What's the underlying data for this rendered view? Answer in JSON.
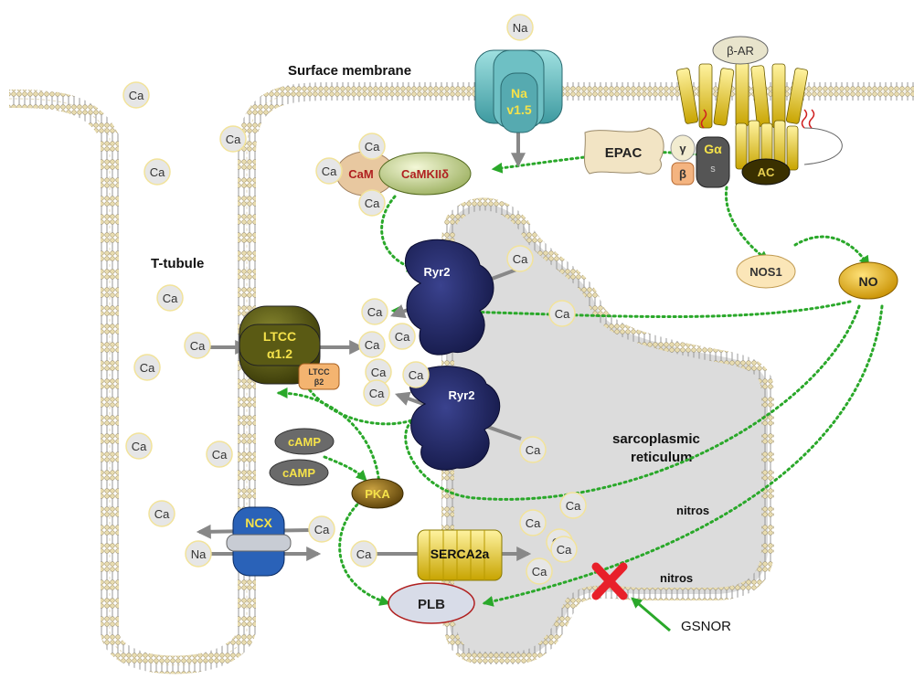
{
  "labels": {
    "surface_membrane": "Surface membrane",
    "t_tubule": "T-tubule",
    "sr": [
      "sarcoplasmic",
      "reticulum"
    ],
    "nitros": "nitros",
    "gsnor": "GSNOR"
  },
  "proteins": {
    "nav": [
      "Na",
      "v1.5"
    ],
    "na_top": "Na",
    "beta_ar": "β-AR",
    "epac": "EPAC",
    "gamma": "γ",
    "beta": "β",
    "galpha": "Gα",
    "galpha_sub": "s",
    "ac": "AC",
    "cam": "CaM",
    "camkii": "CaMKIIδ",
    "nos1": "NOS1",
    "no": "NO",
    "ryr2": "Ryr2",
    "ltcc": [
      "LTCC",
      "α1.2"
    ],
    "ltcc_b2": [
      "LTCC",
      "β2"
    ],
    "camp": "cAMP",
    "pka": "PKA",
    "ncx": "NCX",
    "serca": "SERCA2a",
    "plb": "PLB",
    "ca": "Ca",
    "na": "Na"
  },
  "colors": {
    "dotted_arrow": "#2aa82a",
    "block_x": "#e8202a",
    "navy_ryr": "#1a1f5e",
    "olive_ltcc": "#4a4a10",
    "membrane_bead": "#d8c99a"
  }
}
